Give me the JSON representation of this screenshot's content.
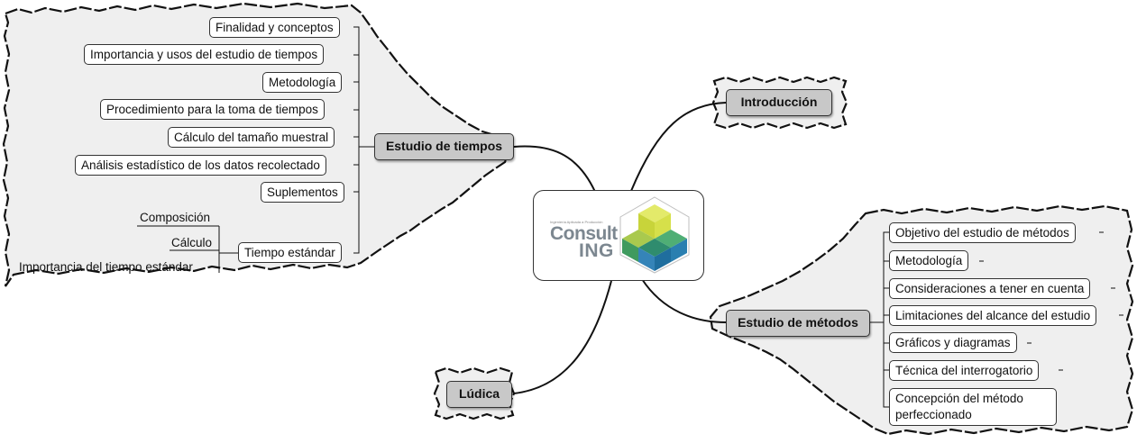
{
  "center": {
    "logo_tagline": "Ingeniería Aplicada a Producción",
    "logo_word1": "Consult",
    "logo_word2": "ING"
  },
  "topics": {
    "introduccion": "Introducción",
    "estudio_tiempos": "Estudio de tiempos",
    "estudio_metodos": "Estudio de métodos",
    "ludica": "Lúdica"
  },
  "tiempos_items": [
    "Finalidad y conceptos",
    "Importancia y usos del estudio de tiempos",
    "Metodología",
    "Procedimiento para la toma de tiempos",
    "Cálculo del tamaño muestral",
    "Análisis estadístico de los datos recolectado",
    "Suplementos",
    "Tiempo estándar"
  ],
  "tiempo_estandar_items": [
    "Composición",
    "Cálculo",
    "Importancia del tiempo estándar"
  ],
  "metodos_items": [
    "Objetivo del estudio de métodos",
    "Metodología",
    "Consideraciones a tener en cuenta",
    "Limitaciones del alcance del estudio",
    "Gráficos y diagramas",
    "Técnica del interrogatorio",
    "Concepción del método perfeccionado"
  ],
  "colors": {
    "cloud_fill": "#efefef",
    "main_topic_fill": "#c8c8c8",
    "logo_yellow": "#d6e04a",
    "logo_green": "#3f9a5e",
    "logo_blue": "#2a7fb0",
    "logo_grey": "#7c8790"
  }
}
